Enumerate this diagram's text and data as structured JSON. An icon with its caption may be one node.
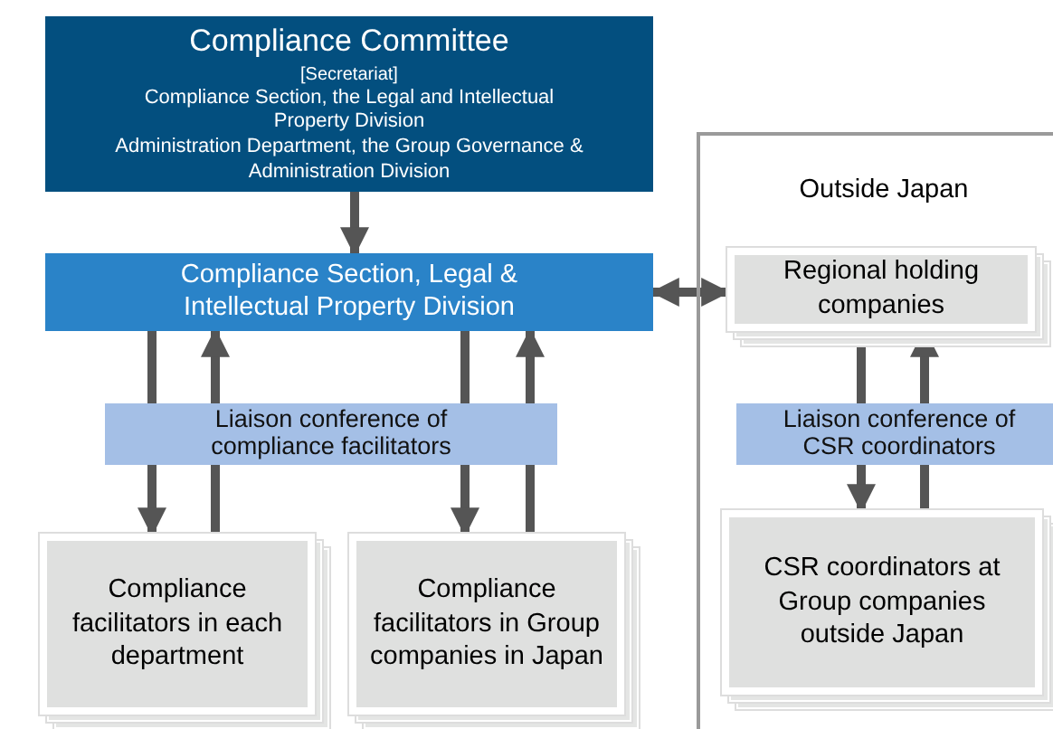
{
  "diagram": {
    "nodes": [
      {
        "text": [
          "Compliance Committee",
          "[Secretariat]",
          "Compliance Section, the Legal and Intellectual Property Division",
          "Administration Department, the Group Governance & Administration Division"
        ]
      },
      {
        "text": [
          "Compliance Section, Legal & Intellectual Property Division"
        ]
      },
      {
        "text": [
          "Outside Japan"
        ]
      },
      {
        "text": [
          "Regional holding companies"
        ],
        "in": 2
      },
      {
        "text": [
          "Liaison conference of compliance facilitators"
        ]
      },
      {
        "text": [
          "Compliance facilitators in each department"
        ]
      },
      {
        "text": [
          "Compliance facilitators in Group companies in Japan"
        ]
      },
      {
        "text": [
          "Liaison conference of CSR coordinators"
        ],
        "in": 2
      },
      {
        "text": [
          "CSR coordinators at Group companies outside Japan"
        ],
        "in": 2
      }
    ],
    "edges": [
      {
        "from": 0,
        "to": 1,
        "arrow": "to"
      },
      {
        "from": 1,
        "to": 3,
        "arrow": "both"
      },
      {
        "from": 1,
        "to": 4,
        "arrow": "none"
      },
      {
        "from": 4,
        "to": 5,
        "arrow": "to"
      },
      {
        "from": 5,
        "to": 4,
        "arrow": "none"
      },
      {
        "from": 4,
        "to": 1,
        "arrow": "to"
      },
      {
        "from": 1,
        "to": 4,
        "arrow": "none"
      },
      {
        "from": 4,
        "to": 6,
        "arrow": "to"
      },
      {
        "from": 6,
        "to": 4,
        "arrow": "none"
      },
      {
        "from": 4,
        "to": 1,
        "arrow": "to"
      },
      {
        "from": 3,
        "to": 7,
        "arrow": "none"
      },
      {
        "from": 7,
        "to": 8,
        "arrow": "to"
      },
      {
        "from": 8,
        "to": 7,
        "arrow": "none"
      },
      {
        "from": 7,
        "to": 3,
        "arrow": "to"
      }
    ]
  }
}
